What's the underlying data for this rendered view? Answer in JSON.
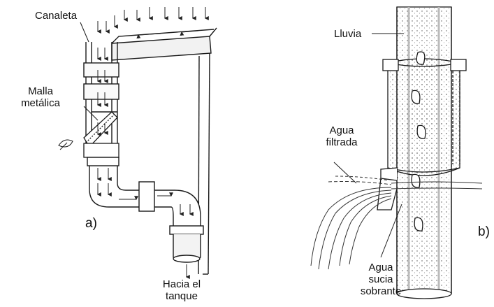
{
  "figure_a": {
    "label_canaleta": "Canaleta",
    "label_malla": "Malla\nmetálica",
    "label_hacia": "Hacia el\ntanque",
    "panel_letter": "a)"
  },
  "figure_b": {
    "label_lluvia": "Lluvia",
    "label_agua_filtrada": "Agua\nfiltrada",
    "label_agua_sucia": "Agua\nsucia\nsobrante",
    "panel_letter": "b)"
  },
  "colors": {
    "ink": "#1a1a1a",
    "paper": "#ffffff",
    "shade": "#d9d9d9",
    "fill": "#efefef"
  }
}
